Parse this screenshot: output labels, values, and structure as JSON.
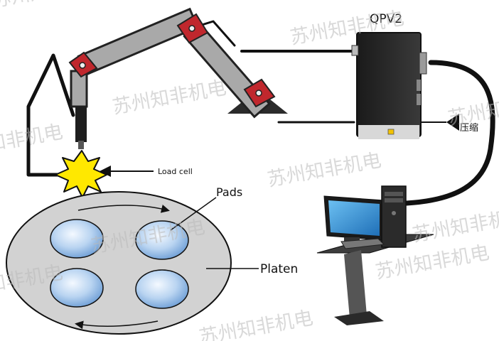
{
  "labels": {
    "controller": "QPV2",
    "load_cell": "Load cell",
    "pads": "Pads",
    "platen": "Platen",
    "pressure": "压缩"
  },
  "watermark": "苏州知非机电",
  "colors": {
    "platen_fill": "#d2d2d2",
    "pad_light": "#eef6ff",
    "pad_dark": "#6f9fd6",
    "joint_red": "#c0272d",
    "arm_grey": "#a7a7a7",
    "starburst": "#ffe800",
    "cable": "#111111",
    "monitor_blue": "#2e8fd6"
  }
}
